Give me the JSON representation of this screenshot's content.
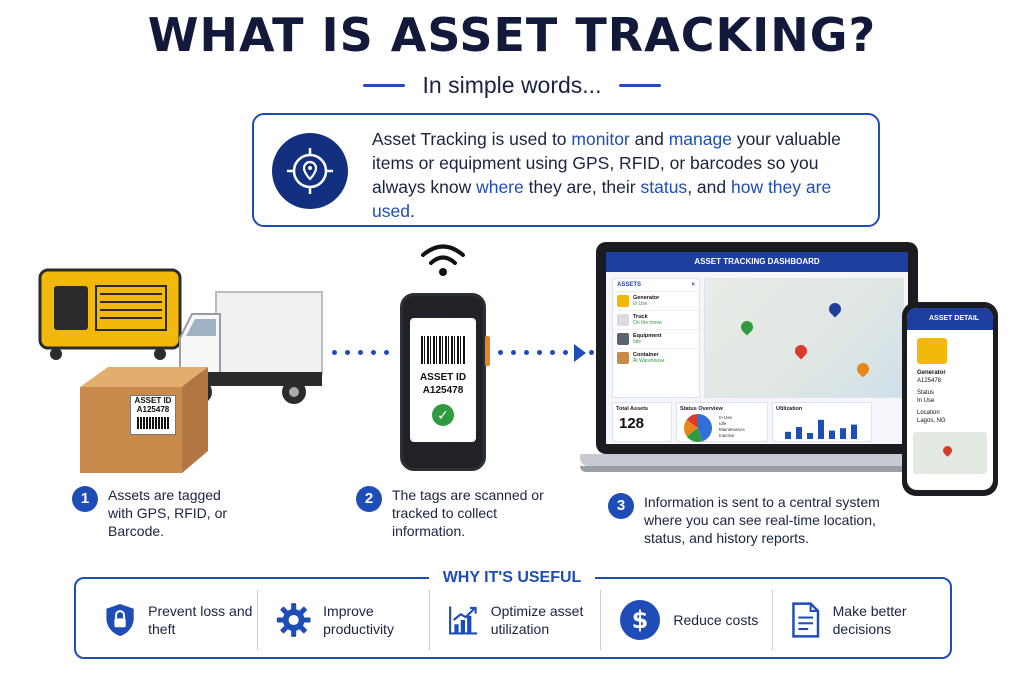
{
  "title": "WHAT IS ASSET TRACKING?",
  "subtitle": "In simple words...",
  "definition": {
    "p1": "Asset Tracking is used to ",
    "h1": "monitor",
    "p2": " and ",
    "h2": "manage",
    "p3": " your valuable items or equipment using GPS, RFID, or barcodes so you always know ",
    "h3": "where",
    "p4": " they are, their ",
    "h4": "status",
    "p5": ", and ",
    "h5": "how they are used",
    "p6": "."
  },
  "box_label": {
    "line1": "ASSET ID",
    "line2": "A125478"
  },
  "scanner_screen": {
    "line1": "ASSET ID",
    "line2": "A125478"
  },
  "dashboard": {
    "title": "ASSET TRACKING DASHBOARD",
    "assets_header": "ASSETS",
    "close": "×",
    "assets": [
      {
        "name": "Generator",
        "status": "In Use"
      },
      {
        "name": "Truck",
        "status": "On the move"
      },
      {
        "name": "Equipment",
        "status": "Idle"
      },
      {
        "name": "Container",
        "status": "At Warehouse"
      }
    ],
    "total_assets_label": "Total Assets",
    "total_assets_value": "128",
    "status_overview_label": "Status Overview",
    "legend": [
      "In Use",
      "Idle",
      "Maintenance",
      "Inactive"
    ],
    "utilization_label": "Utilization",
    "utilization_values": [
      0.3,
      0.5,
      0.25,
      0.8,
      0.35,
      0.45,
      0.6
    ],
    "pie": [
      45,
      20,
      20,
      15
    ],
    "colors": {
      "in_use": "#2f6fd6",
      "idle": "#2f9a3e",
      "maintenance": "#e8861a",
      "inactive": "#d93a2b"
    }
  },
  "phone": {
    "header": "ASSET DETAIL",
    "name": "Generator",
    "id": "A125478",
    "status_label": "Status",
    "status_value": "In Use",
    "location_label": "Location",
    "location_value": "Lagos, NG"
  },
  "steps": [
    {
      "num": "1",
      "text": "Assets are tagged with GPS, RFID, or Barcode."
    },
    {
      "num": "2",
      "text": "The tags are scanned or tracked to collect information."
    },
    {
      "num": "3",
      "text": "Information is sent to a central system where you can see real-time location, status, and history reports."
    }
  ],
  "useful_title": "WHY IT'S USEFUL",
  "benefits": [
    {
      "label": "Prevent loss and theft",
      "icon": "shield-lock-icon"
    },
    {
      "label": "Improve productivity",
      "icon": "gear-icon"
    },
    {
      "label": "Optimize asset utilization",
      "icon": "growth-chart-icon"
    },
    {
      "label": "Reduce costs",
      "icon": "dollar-icon"
    },
    {
      "label": "Make better decisions",
      "icon": "document-icon"
    }
  ],
  "accent": "#1f4db7"
}
